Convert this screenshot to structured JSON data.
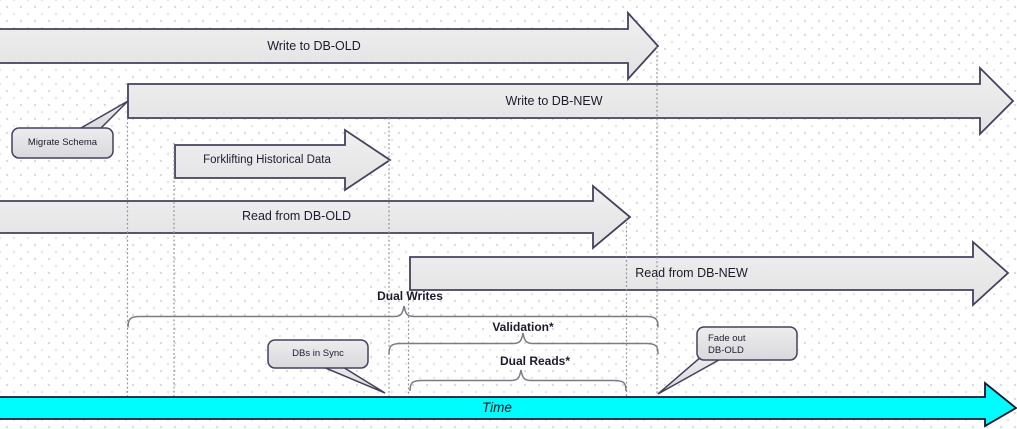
{
  "diagram": {
    "arrows": [
      {
        "name": "write-db-old",
        "label": "Write to DB-OLD"
      },
      {
        "name": "write-db-new",
        "label": "Write to DB-NEW"
      },
      {
        "name": "forklift",
        "label": "Forklifting Historical Data"
      },
      {
        "name": "read-db-old",
        "label": "Read from DB-OLD"
      },
      {
        "name": "read-db-new",
        "label": "Read from DB-NEW"
      }
    ],
    "phases": [
      {
        "name": "dual-writes",
        "label": "Dual Writes"
      },
      {
        "name": "validation",
        "label": "Validation*"
      },
      {
        "name": "dual-reads",
        "label": "Dual Reads*"
      }
    ],
    "callouts": {
      "migrate_schema": {
        "label": "Migrate Schema"
      },
      "dbs_in_sync": {
        "label": "DBs in Sync"
      },
      "fade_out": {
        "line1": "Fade out",
        "line2": "DB-OLD"
      }
    },
    "timeline": {
      "label": "Time"
    },
    "colors": {
      "arrow_fill": "#e9e9e9",
      "arrow_border": "#45405e",
      "timeline_fill": "#00fdfd",
      "timeline_border": "#191633",
      "brace": "#7b7b85",
      "dotted_line": "#8f8f9b",
      "text": "#1c1b2e"
    }
  }
}
